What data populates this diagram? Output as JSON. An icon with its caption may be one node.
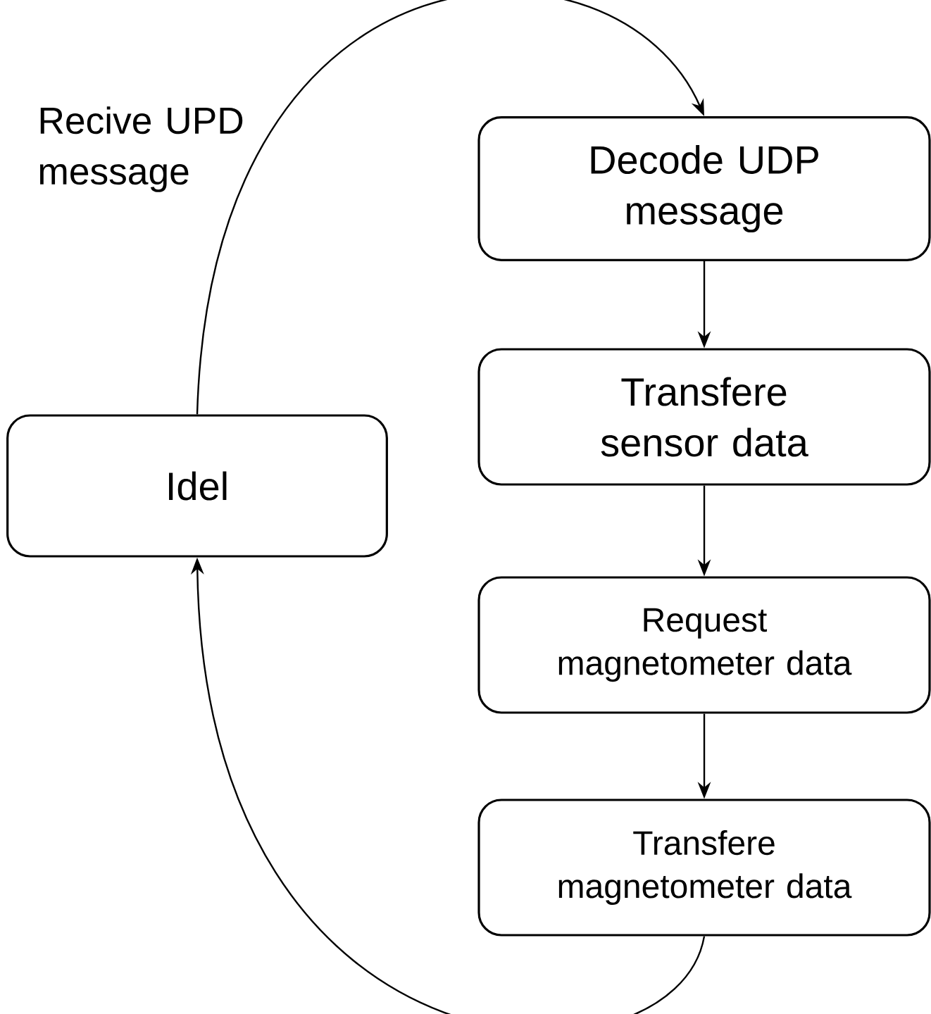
{
  "diagram": {
    "nodes": [
      {
        "text": [
          "Idel"
        ]
      },
      {
        "text": [
          "Decode UDP message"
        ]
      },
      {
        "text": [
          "Transfere sensor data"
        ]
      },
      {
        "text": [
          "Request magnetometer data"
        ]
      },
      {
        "text": [
          "Transfere magnetometer data"
        ]
      }
    ],
    "edges": [
      {
        "from": 0,
        "to": 1,
        "arrow": "to",
        "label": "Recive UPD message"
      },
      {
        "from": 1,
        "to": 2,
        "arrow": "to"
      },
      {
        "from": 2,
        "to": 3,
        "arrow": "to"
      },
      {
        "from": 3,
        "to": 4,
        "arrow": "to"
      },
      {
        "from": 4,
        "to": 0,
        "arrow": "to"
      }
    ]
  }
}
